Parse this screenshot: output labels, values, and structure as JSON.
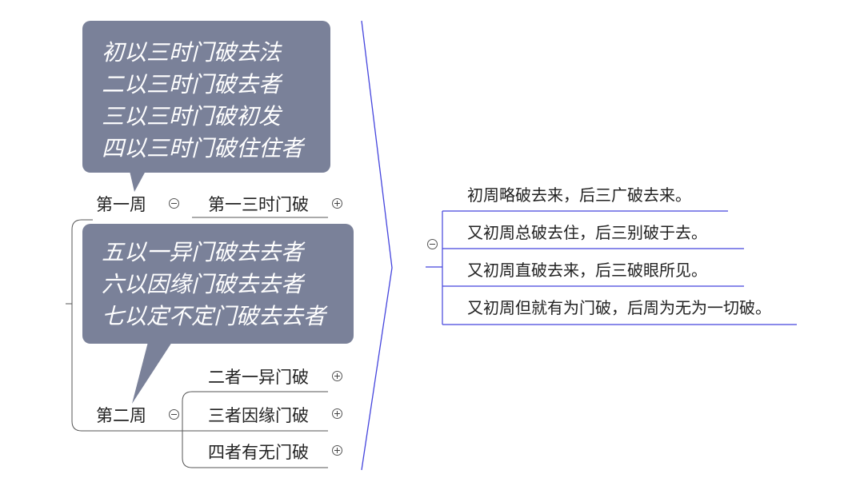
{
  "callouts": {
    "first": [
      "初以三时门破去法",
      "二以三时门破去者",
      "三以三时门破初发",
      "四以三时门破住住者"
    ],
    "second": [
      "五以一异门破去去者",
      "六以因缘门破去去者",
      "七以定不定门破去去者"
    ]
  },
  "left_tree": {
    "week1": "第一周",
    "week1_child": "第一三时门破",
    "week2": "第二周",
    "week2_children": [
      "二者一异门破",
      "三者因缘门破",
      "四者有无门破"
    ]
  },
  "right_branch": {
    "items": [
      "初周略破去来，后三广破去来。",
      "又初周总破去住，后三别破于去。",
      "又初周直破去来，后三破眼所见。",
      "又初周但就有为门破，后周为无为一切破。"
    ]
  },
  "colors": {
    "callout_bg": "#7a8199",
    "blue_line": "#4444dd",
    "connector": "#555555"
  }
}
